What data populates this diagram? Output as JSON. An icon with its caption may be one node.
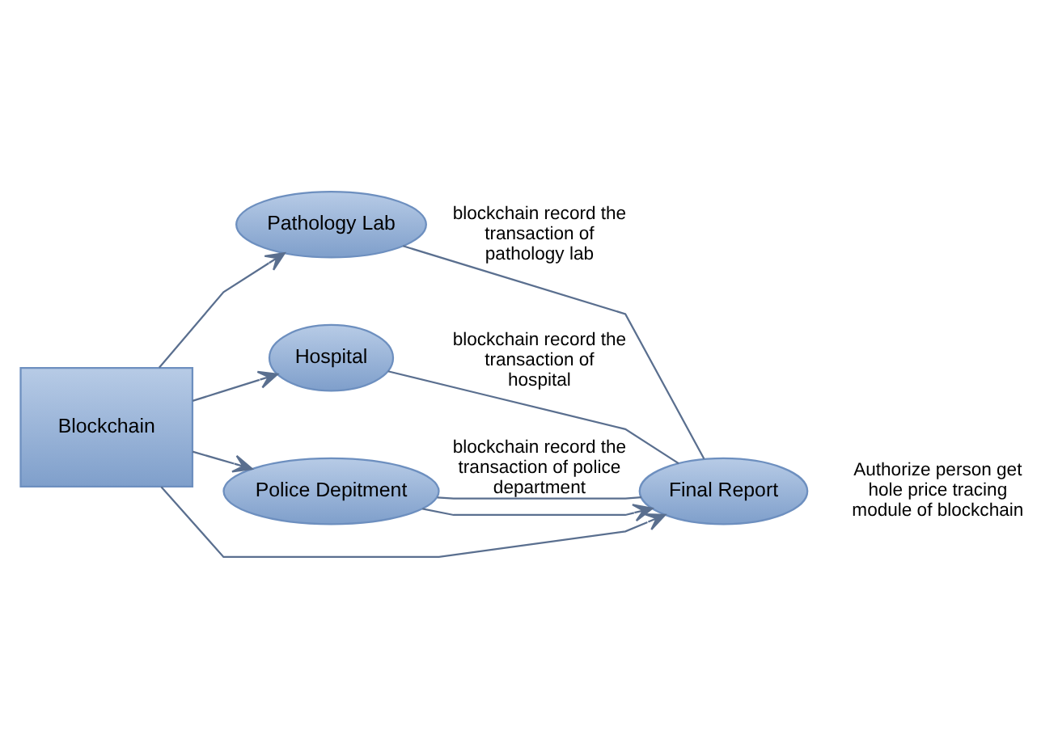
{
  "diagram": {
    "nodes": [
      {
        "text": [
          "Blockchain"
        ]
      },
      {
        "text": [
          "Pathology Lab"
        ]
      },
      {
        "text": [
          "Hospital"
        ]
      },
      {
        "text": [
          "Police Depitment"
        ]
      },
      {
        "text": [
          "Final Report"
        ],
        "beside": [
          "Authorize person get hole price tracing module of blockchain"
        ]
      }
    ],
    "edges": [
      {
        "from": 0,
        "to": 1,
        "arrow": "to"
      },
      {
        "from": 0,
        "to": 2,
        "arrow": "to"
      },
      {
        "from": 0,
        "to": 3,
        "arrow": "to"
      },
      {
        "from": 0,
        "to": 4,
        "arrow": "to"
      },
      {
        "from": 1,
        "to": 4,
        "arrow": "none",
        "label": "blockchain record the transaction of pathology lab"
      },
      {
        "from": 2,
        "to": 4,
        "arrow": "none",
        "label": "blockchain record the transaction of hospital"
      },
      {
        "from": 3,
        "to": 4,
        "arrow": "none",
        "label": "blockchain record the transaction of police department"
      },
      {
        "from": 3,
        "to": 4,
        "arrow": "to"
      }
    ]
  }
}
